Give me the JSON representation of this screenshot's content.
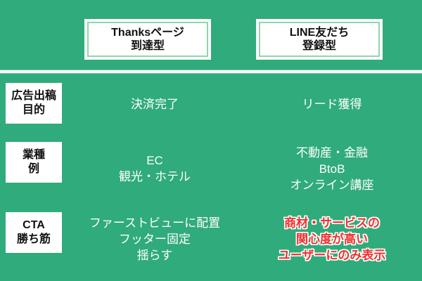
{
  "theme": {
    "background_color": "#30ab7b",
    "card_background": "#ffffff",
    "card_inner_border": "#8fd6a8",
    "body_text_color": "#ffffff",
    "label_text_color": "#111111",
    "highlight_text_color": "#f0312f",
    "highlight_outline_color": "#ffffff",
    "divider_color": "#ffffff"
  },
  "columns": [
    {
      "id": "thanks-page",
      "line1": "Thanksページ",
      "line2": "到達型"
    },
    {
      "id": "line-friend",
      "line1": "LINE友だち",
      "line2": "登録型"
    }
  ],
  "rows": [
    {
      "id": "ad-purpose",
      "label_line1": "広告出稿",
      "label_line2": "目的",
      "cells": [
        {
          "column": "thanks-page",
          "highlight": false,
          "lines": [
            "決済完了"
          ]
        },
        {
          "column": "line-friend",
          "highlight": false,
          "lines": [
            "リード獲得"
          ]
        }
      ]
    },
    {
      "id": "industry-examples",
      "label_line1": "業種",
      "label_line2": "例",
      "cells": [
        {
          "column": "thanks-page",
          "highlight": false,
          "lines": [
            "EC",
            "観光・ホテル"
          ]
        },
        {
          "column": "line-friend",
          "highlight": false,
          "lines": [
            "不動産・金融",
            "BtoB",
            "オンライン講座"
          ]
        }
      ]
    },
    {
      "id": "cta-winning-approach",
      "label_line1": "CTA",
      "label_line2": "勝ち筋",
      "cells": [
        {
          "column": "thanks-page",
          "highlight": false,
          "lines": [
            "ファーストビューに配置",
            "フッター固定",
            "揺らす"
          ]
        },
        {
          "column": "line-friend",
          "highlight": true,
          "lines": [
            "商材・サービスの",
            "関心度が高い",
            "ユーザーにのみ表示"
          ]
        }
      ]
    }
  ]
}
